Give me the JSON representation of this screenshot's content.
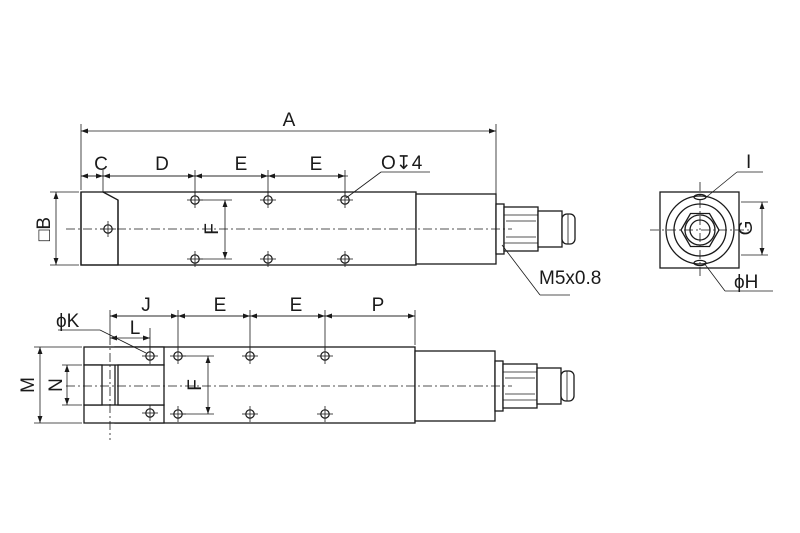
{
  "labels": {
    "A": "A",
    "B": "□B",
    "C": "C",
    "D": "D",
    "E": "E",
    "F": "F",
    "G": "G",
    "H": "ϕH",
    "I": "I",
    "J": "J",
    "K": "ϕK",
    "L": "L",
    "M": "M",
    "N": "N",
    "O": "O↧4",
    "P": "P",
    "thread": "M5x0.8"
  }
}
